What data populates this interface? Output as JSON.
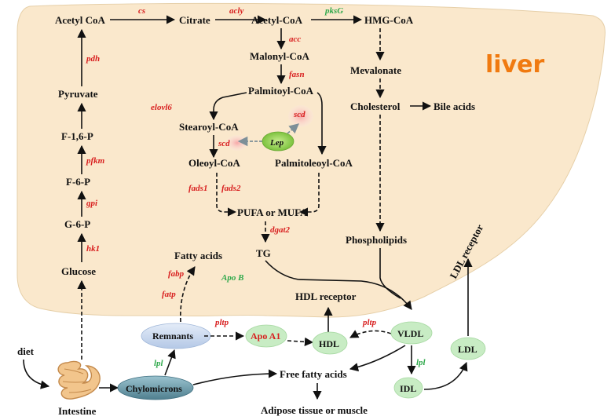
{
  "labels": {
    "liver": "liver",
    "acetyl_coa_left": "Acetyl CoA",
    "citrate": "Citrate",
    "acetyl_coa_mid": "Acetyl-CoA",
    "hmg_coa": "HMG-CoA",
    "malonyl_coa": "Malonyl-CoA",
    "palmitoyl_coa": "Palmitoyl-CoA",
    "mevalonate": "Mevalonate",
    "cholesterol": "Cholesterol",
    "bile_acids": "Bile acids",
    "stearoyl_coa": "Stearoyl-CoA",
    "oleoyl_coa": "Oleoyl-CoA",
    "palmitoleoyl_coa": "Palmitoleoyl-CoA",
    "pufa_mufa": "PUFA or MUFA",
    "tg": "TG",
    "phospholipids": "Phospholipids",
    "ldl_receptor": "LDL receptor",
    "pyruvate": "Pyruvate",
    "f16p": "F-1,6-P",
    "f6p": "F-6-P",
    "g6p": "G-6-P",
    "glucose": "Glucose",
    "fatty_acids": "Fatty acids",
    "hdl_receptor": "HDL receptor",
    "diet": "diet",
    "intestine": "Intestine",
    "free_fatty_acids": "Free fatty acids",
    "adipose": "Adipose tissue or muscle"
  },
  "enzymes": {
    "cs": "cs",
    "acly": "acly",
    "pksg": "pksG",
    "acc": "acc",
    "fasn": "fasn",
    "pdh": "pdh",
    "elovl6": "elovl6",
    "scd_left": "scd",
    "scd_right": "scd",
    "fads1": "fads1",
    "fads2": "fads2",
    "dgat2": "dgat2",
    "pfkm": "pfkm",
    "gpi": "gpi",
    "hk1": "hk1",
    "fabp": "fabp",
    "fatp": "fatp",
    "apo_b": "Apo B",
    "pltp_left": "pltp",
    "pltp_right": "pltp",
    "lpl_left": "lpl",
    "lpl_right": "lpl"
  },
  "nodes": {
    "lep": "Lep",
    "remnants": "Remnants",
    "apo_a1": "Apo A1",
    "hdl": "HDL",
    "vldl": "VLDL",
    "ldl": "LDL",
    "idl": "IDL",
    "chylomicrons": "Chylomicrons"
  },
  "colors": {
    "liver_fill": "#fae8cc",
    "liver_text": "#f07a10",
    "enzyme_red": "#d81e1e",
    "enzyme_green": "#2ea84a",
    "lipoprotein_green": "#c8ecc4",
    "remnant_blue": "#c7d8ee",
    "chylo_teal": "#6f9fae"
  }
}
